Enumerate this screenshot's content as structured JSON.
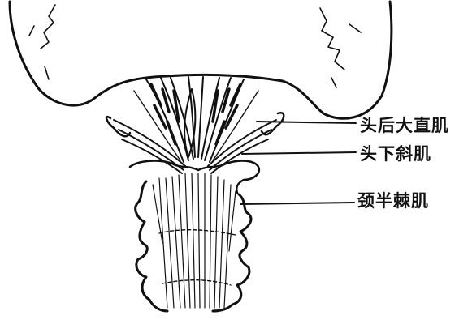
{
  "labels": {
    "rectus_capitis_posterior_major": "头后大直肌",
    "obliquus_capitis_inferior": "头下斜肌",
    "semispinalis_cervicis": "颈半棘肌"
  },
  "colors": {
    "ink": "#111111",
    "background": "#ffffff"
  }
}
